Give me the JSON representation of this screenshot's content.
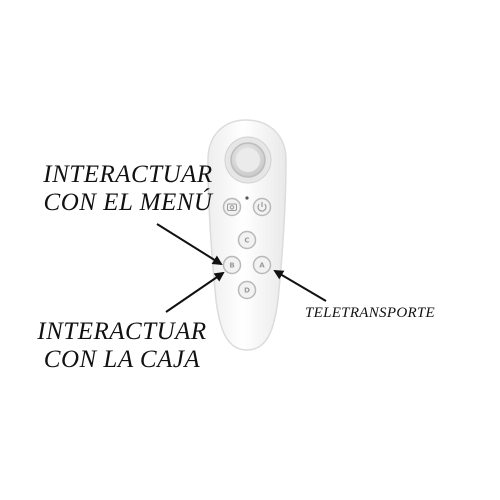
{
  "annotations": {
    "menu": {
      "line1": "INTERACTUAR",
      "line2": "CON EL MENÚ"
    },
    "box": {
      "line1": "INTERACTUAR",
      "line2": "CON LA CAJA"
    },
    "teleport": {
      "text": "TELETRANSPORTE"
    }
  },
  "controller": {
    "buttons": {
      "c": "C",
      "b": "B",
      "a": "A",
      "d": "D"
    },
    "icons": [
      "joystick-icon",
      "camera-icon",
      "power-icon"
    ],
    "colors": {
      "body": "#f7f7f7",
      "outline": "#dcdcdc",
      "button_ring": "#b9b9b9",
      "joystick": "#cfcfcf"
    }
  },
  "arrow_color": "#111111"
}
